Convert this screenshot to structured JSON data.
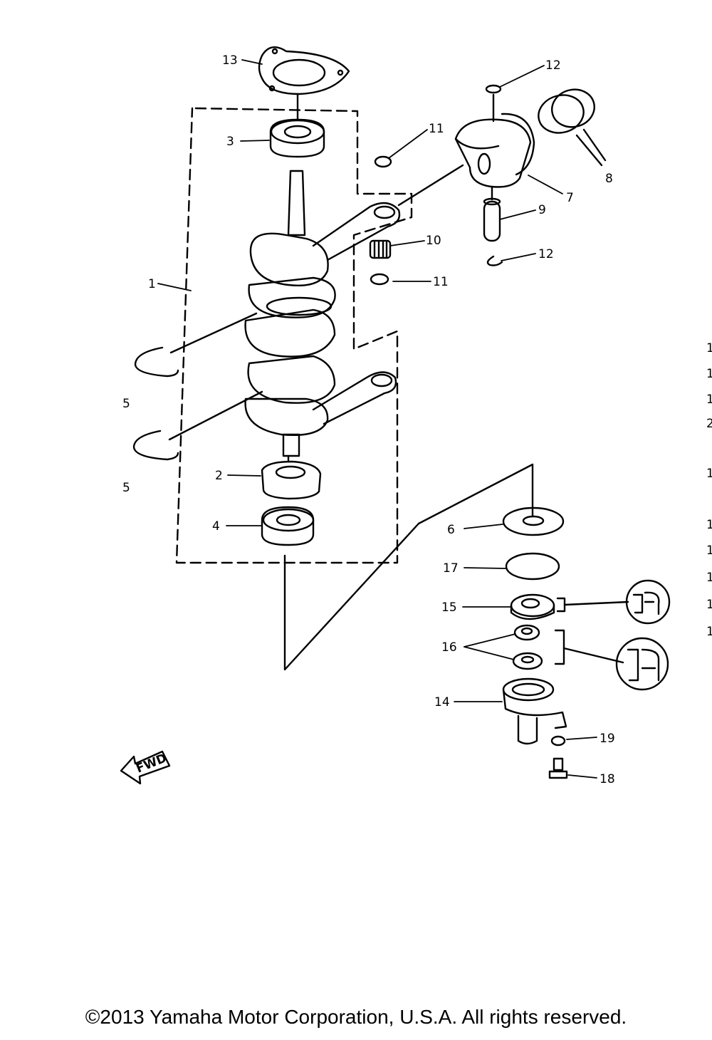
{
  "diagram": {
    "callouts": {
      "c1": "1",
      "c2": "2",
      "c3": "3",
      "c4": "4",
      "c5a": "5",
      "c5b": "5",
      "c6": "6",
      "c7": "7",
      "c8": "8",
      "c9": "9",
      "c10": "10",
      "c11a": "11",
      "c11b": "11",
      "c12a": "12",
      "c12b": "12",
      "c13": "13",
      "c14": "14",
      "c15": "15",
      "c16": "16",
      "c17": "17",
      "c18": "18",
      "c19": "19"
    },
    "fwd_label": "FWD",
    "right_edge_digits": [
      "1",
      "1",
      "1",
      "2",
      "1",
      "1",
      "1",
      "1",
      "1",
      "1"
    ]
  },
  "footer": {
    "copyright": "©2013 Yamaha Motor Corporation, U.S.A. All rights reserved."
  }
}
